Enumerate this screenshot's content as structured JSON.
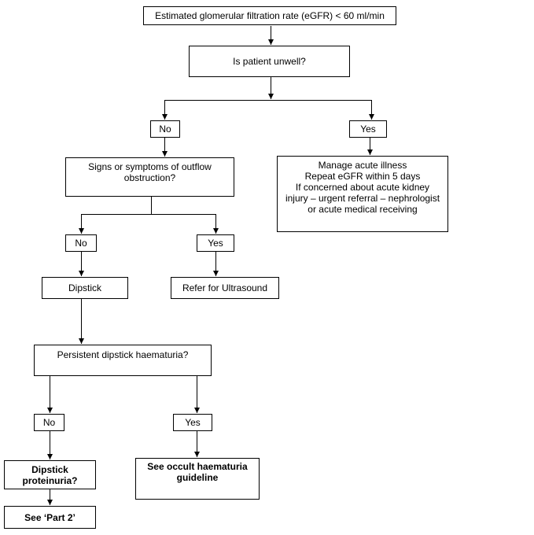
{
  "flowchart": {
    "nodes": {
      "egfr": "Estimated glomerular filtration rate (eGFR) < 60 ml/min",
      "unwell": "Is patient unwell?",
      "unwell_no": "No",
      "unwell_yes": "Yes",
      "obstruction": "Signs or symptoms of outflow\nobstruction?",
      "manage": "Manage acute illness\nRepeat eGFR within 5 days\nIf concerned about acute kidney\ninjury – urgent referral – nephrologist\nor acute medical receiving",
      "obstruction_no": "No",
      "obstruction_yes": "Yes",
      "dipstick": "Dipstick",
      "ultrasound": "Refer for Ultrasound",
      "haematuria": "Persistent dipstick haematuria?",
      "haematuria_no": "No",
      "haematuria_yes": "Yes",
      "proteinuria": "Dipstick\nproteinuria?",
      "occult": "See occult haematuria\nguideline",
      "part2": "See ‘Part 2’"
    },
    "colors": {
      "border": "#000000",
      "text": "#000000",
      "background": "#ffffff"
    }
  }
}
